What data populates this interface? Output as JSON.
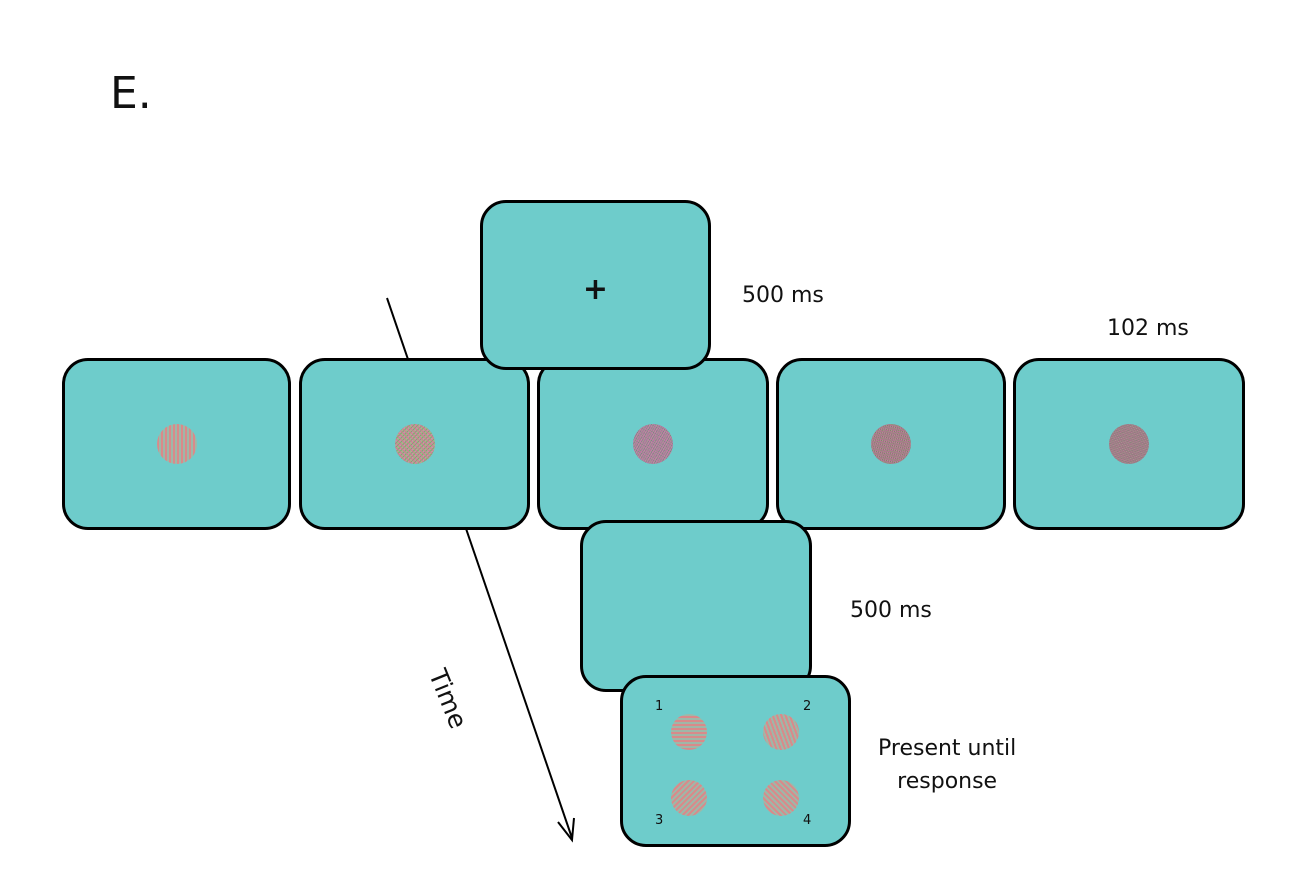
{
  "panel_label": "E.",
  "time_label": "Time",
  "durations": {
    "fixation": "500 ms",
    "mask_sequence": "102 ms",
    "blank": "500 ms",
    "response_line1": "Present until",
    "response_line2": "response"
  },
  "fixation_symbol": "+",
  "response_options": [
    "1",
    "2",
    "3",
    "4"
  ],
  "colors": {
    "screen_fill": "#6ecccb",
    "screen_border": "#000000",
    "background": "#ffffff"
  }
}
